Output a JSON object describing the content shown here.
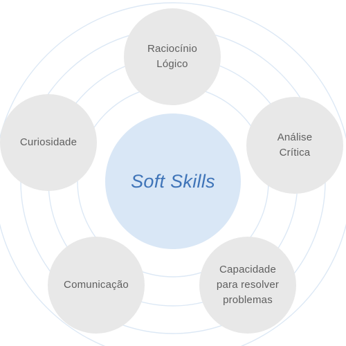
{
  "diagram": {
    "center": {
      "label": "Soft Skills"
    },
    "nodes": [
      {
        "id": "top",
        "label": "Raciocínio\nLógico"
      },
      {
        "id": "right",
        "label": "Análise\nCrítica"
      },
      {
        "id": "bottom-right",
        "label": "Capacidade\npara resolver\nproblemas"
      },
      {
        "id": "bottom-left",
        "label": "Comunicação"
      },
      {
        "id": "left",
        "label": "Curiosidade"
      }
    ],
    "colors": {
      "background": "#ffffff",
      "ring": "#dce8f5",
      "node_fill": "#e8e8e8",
      "node_text": "#5e5e5e",
      "center_fill": "#d9e7f6",
      "center_text": "#3f74b8"
    }
  }
}
